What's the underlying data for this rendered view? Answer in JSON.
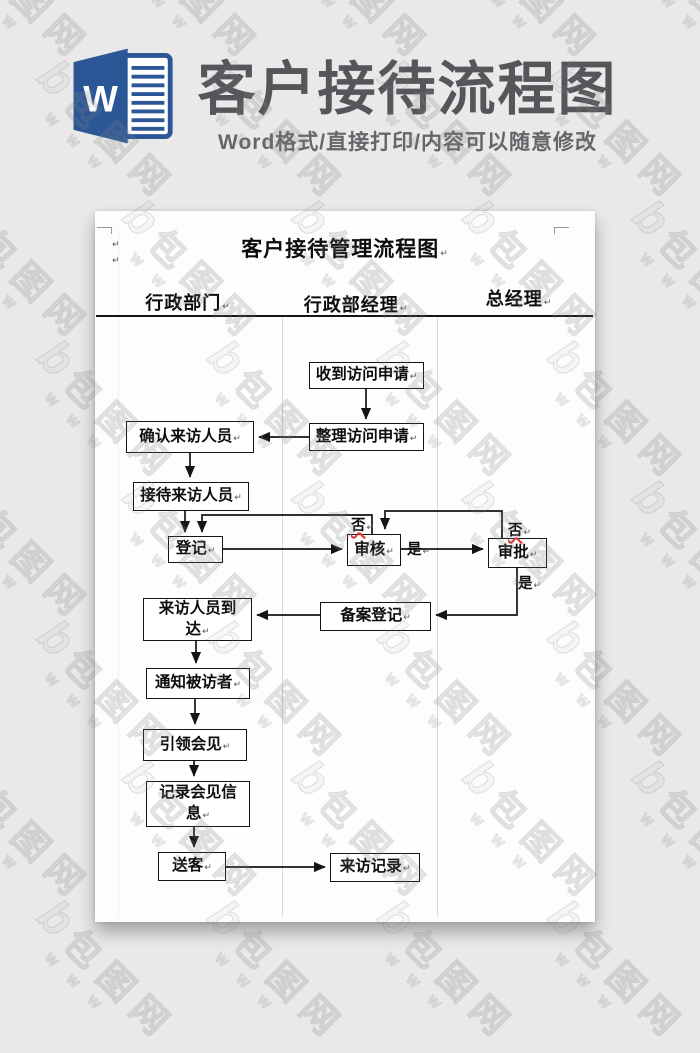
{
  "header": {
    "icon": "word-icon",
    "icon_letter": "W",
    "title": "客户接待流程图",
    "subtitle": "Word格式/直接打印/内容可以随意修改"
  },
  "watermark": {
    "brand_initial": "b",
    "brand": "包图网",
    "letters": "W W W"
  },
  "document": {
    "title": "客户接待管理流程图",
    "pilcrow": "↵",
    "lanes": [
      {
        "label": "行政部门"
      },
      {
        "label": "行政部经理"
      },
      {
        "label": "总经理"
      }
    ],
    "nodes": [
      {
        "id": "receive-application",
        "label": "收到访问申请"
      },
      {
        "id": "organize-application",
        "label": "整理访问申请"
      },
      {
        "id": "confirm-visitors",
        "label": "确认来访人员"
      },
      {
        "id": "host-visitors",
        "label": "接待来访人员"
      },
      {
        "id": "register",
        "label": "登记"
      },
      {
        "id": "review",
        "label": "审核"
      },
      {
        "id": "approve",
        "label": "审批"
      },
      {
        "id": "visitors-arrive",
        "label": "来访人员到达"
      },
      {
        "id": "record-filing",
        "label": "备案登记"
      },
      {
        "id": "notify-host",
        "label": "通知被访者"
      },
      {
        "id": "lead-meeting",
        "label": "引领会见"
      },
      {
        "id": "record-meeting-info",
        "label": "记录会见信息"
      },
      {
        "id": "see-off",
        "label": "送客"
      },
      {
        "id": "visit-record",
        "label": "来访记录"
      }
    ],
    "edge_labels": {
      "no": "否",
      "yes": "是"
    }
  },
  "colors": {
    "accent_blue": "#2b5797",
    "background": "#e9e9ea",
    "line": "#141414",
    "spellcheck_red": "#e03131",
    "watermark_gray": "#9a9a9a"
  }
}
